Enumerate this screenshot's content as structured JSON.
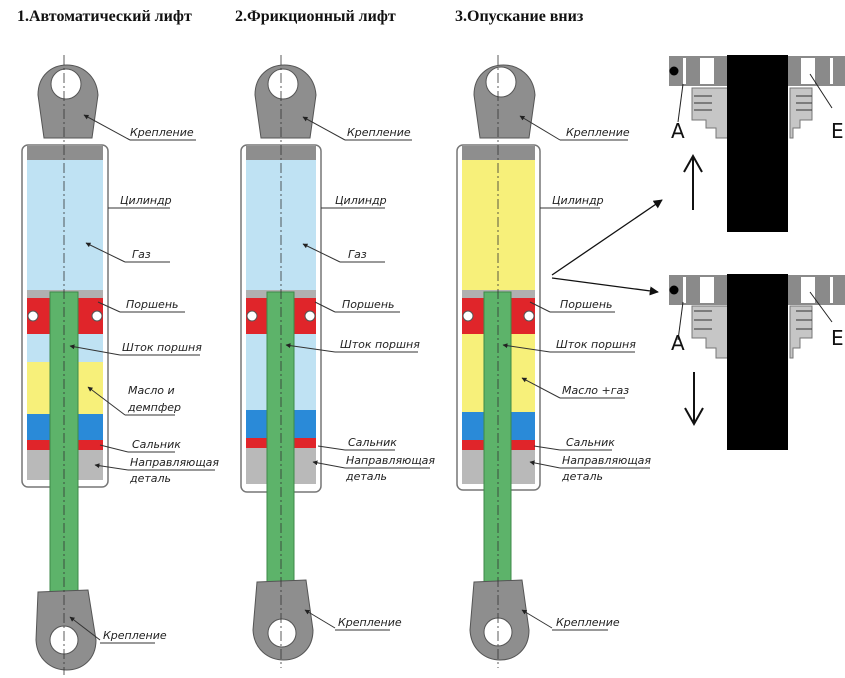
{
  "titles": [
    "1.Автоматический лифт",
    "2.Фрикционный лифт",
    "3.Опускание вниз"
  ],
  "colors": {
    "gas": "#bfe2f3",
    "oil": "#f7f07a",
    "rod": "#5db36a",
    "mount": "#8e8e8e",
    "piston": "#e0252a",
    "seal": "#2a8ad8",
    "guide": "#b9b9b9",
    "detail_rod": "#000000"
  },
  "diagrams": [
    {
      "title": "1.Автоматический лифт",
      "labels": {
        "mount_top": "Крепление",
        "cylinder": "Цилиндр",
        "gas": "Газ",
        "piston": "Поршень",
        "rod": "Шток поршня",
        "fill_line1": "Масло и",
        "fill_line2": "демпфер",
        "seal": "Сальник",
        "guide_line1": "Направляющая",
        "guide_line2": "деталь",
        "mount_bottom": "Крепление"
      }
    },
    {
      "title": "2.Фрикционный лифт",
      "labels": {
        "mount_top": "Крепление",
        "cylinder": "Цилиндр",
        "gas": "Газ",
        "piston": "Поршень",
        "rod": "Шток поршня",
        "seal": "Сальник",
        "guide_line1": "Направляющая",
        "guide_line2": "деталь",
        "mount_bottom": "Крепление"
      }
    },
    {
      "title": "3.Опускание вниз",
      "labels": {
        "mount_top": "Крепление",
        "cylinder": "Цилиндр",
        "piston": "Поршень",
        "rod": "Шток поршня",
        "fill_line1": "Масло +газ",
        "seal": "Сальник",
        "guide_line1": "Направляющая",
        "guide_line2": "деталь",
        "mount_bottom": "Крепление"
      }
    }
  ],
  "detail": {
    "top": {
      "label_left": "A",
      "label_right": "E",
      "direction": "up"
    },
    "bottom": {
      "label_left": "A",
      "label_right": "E",
      "direction": "down"
    }
  }
}
